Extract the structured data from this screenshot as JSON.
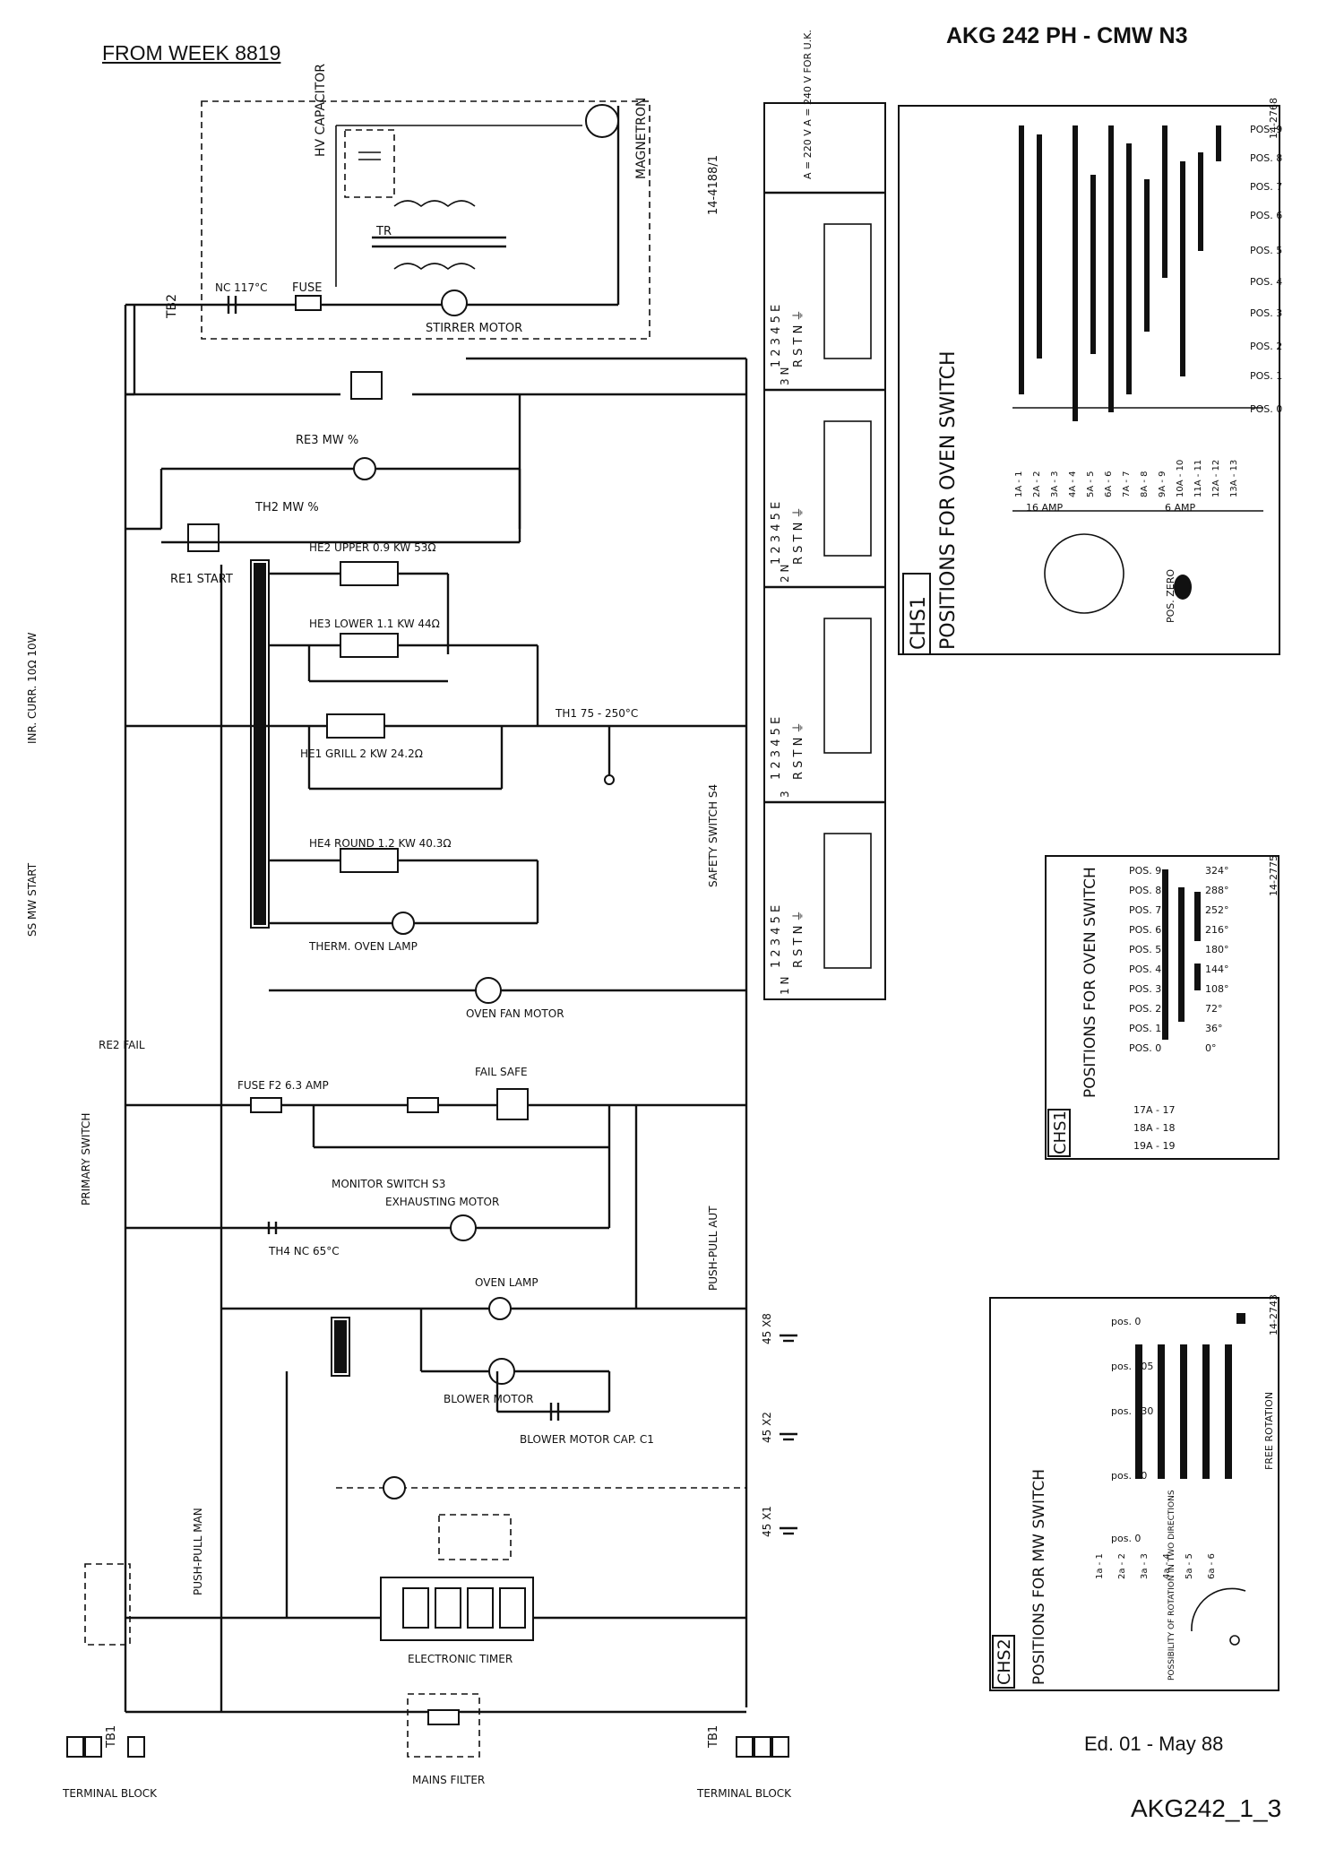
{
  "header": {
    "from_week": "FROM WEEK 8819",
    "model": "AKG 242 PH - CMW N3"
  },
  "footer": {
    "edition": "Ed. 01 - May 88",
    "drawing_code": "AKG242_1_3"
  },
  "schematic": {
    "drawing_number": "14-4188/1",
    "labels": {
      "hv_capacitor": "HV CAPACITOR",
      "magnetron": "MAGNETRON",
      "stirrer_motor": "STIRRER MOTOR",
      "fuse_top": "FUSE",
      "tr": "TR",
      "tb2": "TB2",
      "th3_nc": "NC 117°C",
      "re3": "RE3 MW %",
      "th2_mw": "TH2 MW %",
      "re1_start": "RE1 START",
      "he2_upper": "HE2 UPPER 0.9 KW 53Ω",
      "he3_lower": "HE3 LOWER 1.1 KW 44Ω",
      "he1_grill": "HE1 GRILL 2 KW 24.2Ω",
      "th1": "TH1 75 - 250°C",
      "inr_curr": "INR. CURR. 10Ω 10W",
      "he4_round": "HE4 ROUND 1.2 KW 40.3Ω",
      "therm_oven_lamp": "THERM. OVEN LAMP",
      "oven_fan_motor": "OVEN FAN MOTOR",
      "fuse_f2": "FUSE F2 6.3 AMP",
      "fail_safe": "FAIL SAFE",
      "primary_switch": "PRIMARY SWITCH",
      "monitor_switch": "MONITOR SWITCH S3",
      "exhausting_motor": "EXHAUSTING MOTOR",
      "th4": "TH4 NC 65°C",
      "safety_switch": "SAFETY SWITCH S4",
      "push_pull_aut": "PUSH-PULL AUT",
      "oven_lamp": "OVEN LAMP",
      "blower_motor": "BLOWER MOTOR",
      "blower_motor_cap": "BLOWER MOTOR CAP. C1",
      "push_pull_man": "PUSH-PULL MAN",
      "electronic_timer": "ELECTRONIC TIMER",
      "mains_filter": "MAINS FILTER",
      "terminal_block_left": "TERMINAL BLOCK",
      "terminal_block_right": "TERMINAL BLOCK",
      "tb1": "TB1",
      "x8": "45 X8",
      "x2": "45 X2",
      "x1": "45 X1",
      "ss_start": "SS MW START",
      "re2_fail": "RE2 FAIL"
    }
  },
  "connector_panel": {
    "voltage_note": "A = 220 V  A = 240 V  FOR U.K.",
    "pin_header": "1 2 3 4 5 E",
    "pin_letters": "R S T N ⏚",
    "rows": [
      "3 N",
      "2 N",
      "3",
      "1 N"
    ]
  },
  "chs1_table_top": {
    "title": "CHS1",
    "subtitle": "POSITIONS FOR OVEN SWITCH",
    "doc_no": "14-2768",
    "positions": [
      "POS. 0",
      "POS. 1",
      "POS. 2",
      "POS. 3",
      "POS. 4",
      "POS. 5",
      "POS. 6",
      "POS. 7",
      "POS. 8",
      "POS. 9"
    ],
    "contacts": [
      "1A - 1",
      "2A - 2",
      "3A - 3",
      "4A - 4",
      "5A - 5",
      "6A - 6",
      "7A - 7",
      "8A - 8",
      "9A - 9",
      "10A - 10",
      "11A - 11",
      "12A - 12",
      "13A - 13"
    ],
    "amp_16": "16 AMP",
    "amp_6": "6 AMP",
    "pos_zero": "POS. ZERO"
  },
  "chs1_table_mid": {
    "title": "CHS1",
    "subtitle": "POSITIONS FOR OVEN SWITCH",
    "doc_no": "14-2775",
    "positions": [
      "POS. 0",
      "POS. 1",
      "POS. 2",
      "POS. 3",
      "POS. 4",
      "POS. 5",
      "POS. 6",
      "POS. 7",
      "POS. 8",
      "POS. 9"
    ],
    "degrees": [
      "0°",
      "36°",
      "72°",
      "108°",
      "144°",
      "180°",
      "216°",
      "252°",
      "288°",
      "324°"
    ],
    "contacts": [
      "17A - 17",
      "18A - 18",
      "19A - 19"
    ]
  },
  "chs2_table": {
    "title": "CHS2",
    "subtitle": "POSITIONS FOR MW SWITCH",
    "doc_no": "14-2743",
    "positions": [
      "pos. 0",
      "pos. 40",
      "pos. 230",
      "pos. 305",
      "pos. 0"
    ],
    "contacts": [
      "1a - 1",
      "2a - 2",
      "3a - 3",
      "4a - 4",
      "5a - 5",
      "6a - 6"
    ],
    "free_rotation": "FREE ROTATION",
    "note": "POSSIBILITY OF ROTATION IN TWO DIRECTIONS"
  }
}
